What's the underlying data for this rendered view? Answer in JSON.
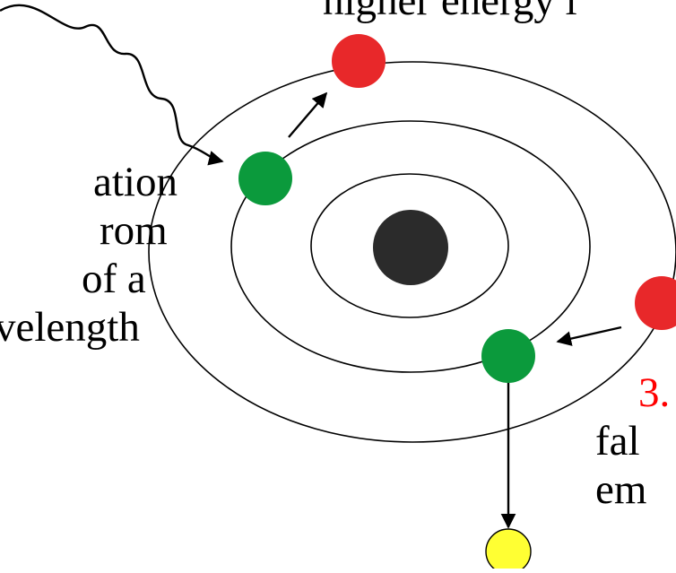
{
  "captions": {
    "top_visible": "higher energy l",
    "left_lines": [
      "ation",
      "rom",
      "of a",
      "velength"
    ],
    "right_step_number": "3.",
    "right_lines": [
      "fal",
      "em"
    ]
  },
  "colors": {
    "nucleus": "#2b2b2b",
    "excited_electron": "#e8282a",
    "ground_electron": "#0b9a3c",
    "emitted_photon": "#ffff33",
    "step_number": "#ff0000",
    "orbit_line": "#000000"
  },
  "icons": {
    "incoming_photon": "wavy-arrow",
    "transitions": "straight-arrow"
  }
}
